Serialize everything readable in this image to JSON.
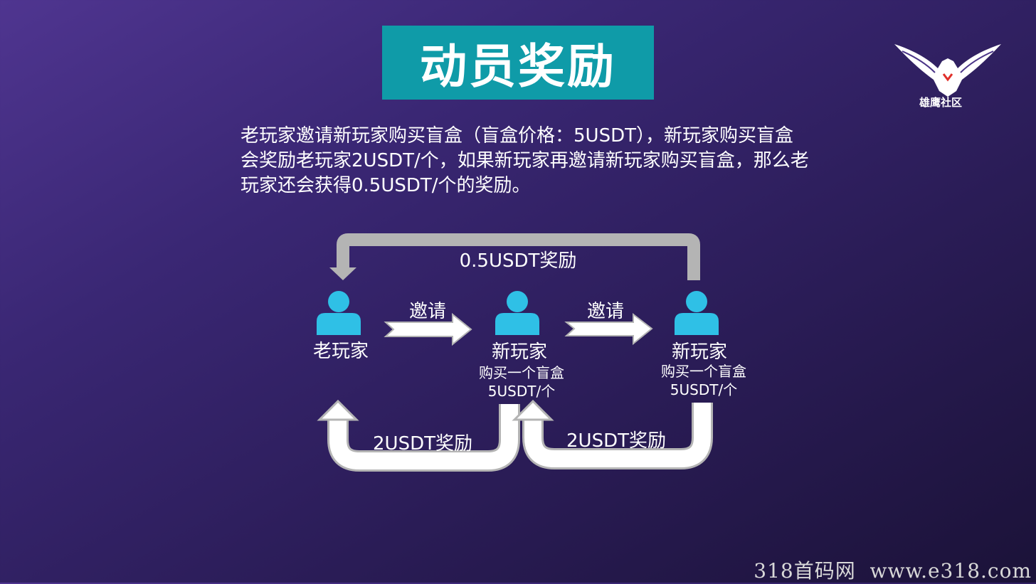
{
  "slide": {
    "title": "动员奖励",
    "logo_text": "雄鹰社区",
    "intro_lines": [
      "老玩家邀请新玩家购买盲盒（盲盒价格：5USDT），新玩家购买盲盒",
      "会奖励老玩家2USDT/个，如果新玩家再邀请新玩家购买盲盒，那么老",
      "玩家还会获得0.5USDT/个的奖励。"
    ]
  },
  "diagram": {
    "colors": {
      "person": "#2fc0e6",
      "arrow_fill": "#ffffff",
      "arrow_stroke": "#b4b4b4",
      "title_bg": "#0f9ba8"
    },
    "nodes": [
      {
        "label": "老玩家",
        "sub1": "",
        "sub2": ""
      },
      {
        "label": "新玩家",
        "sub1": "购买一个盲盒",
        "sub2": "5USDT/个"
      },
      {
        "label": "新玩家",
        "sub1": "购买一个盲盒",
        "sub2": "5USDT/个"
      }
    ],
    "invite_labels": [
      "邀请",
      "邀请"
    ],
    "top_reward": "0.5USDT奖励",
    "bottom_rewards": [
      "2USDT奖励",
      "2USDT奖励"
    ]
  },
  "watermark": "318首码网  www.e318.com"
}
